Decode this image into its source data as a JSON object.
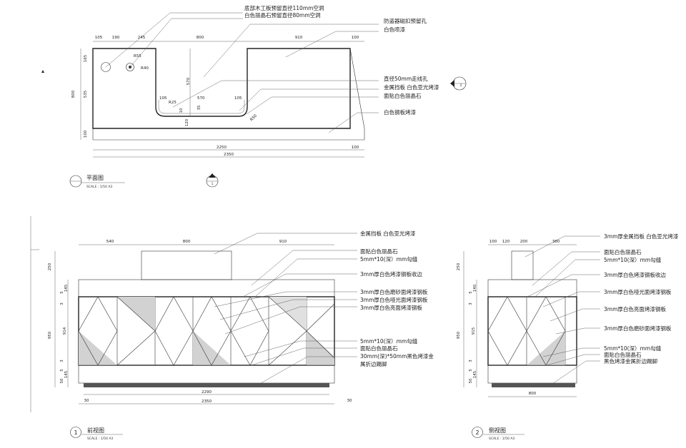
{
  "plan": {
    "title": "平面图",
    "scale": "SCALE : 1/50 A3",
    "marker_right": "2",
    "marker_bottom": "1",
    "dims_top": [
      "105",
      "190",
      "245",
      "800",
      "910",
      "100"
    ],
    "dims_left": [
      "165",
      "535",
      "100",
      "800"
    ],
    "dims_bottom": [
      "2250",
      "100",
      "2350"
    ],
    "inner": [
      "R55",
      "R40",
      "570",
      "105",
      "R25",
      "570",
      "105",
      "10",
      "35",
      "120",
      "R50"
    ],
    "notes": [
      "底部木工板预留直径110mm空洞",
      "白色丽晶石预留直径80mm空洞",
      "防盗器磁扣预留孔",
      "白色喷漆",
      "直径50mm走线孔",
      "金属挡板 白色亚光烤漆",
      "面贴白色丽晶石",
      "白色钢板烤漆"
    ]
  },
  "front": {
    "number": "1",
    "title": "前视图",
    "scale": "SCALE : 1/50 A3",
    "dims_top": [
      "540",
      "800",
      "910"
    ],
    "dims_left": [
      "250",
      "5",
      "145",
      "3",
      "950",
      "914",
      "3",
      "5",
      "145",
      "50"
    ],
    "dims_bottom": [
      "2290",
      "30",
      "30",
      "2350"
    ],
    "notes": [
      "金属挡板 白色亚光烤漆",
      "面贴白色丽晶石",
      "5mm*10(深）mm勾缝",
      "3mm厚白色烤漆钢板收边",
      "3mm厚白色磨砂面烤漆钢板",
      "3mm厚白色哑光面烤漆钢板",
      "3mm厚白色亮面烤漆钢板",
      "5mm*10(深）mm勾缝",
      "面贴白色丽晶石",
      "30mm(深)*50mm黑色烤漆金",
      "属折边踢脚"
    ]
  },
  "side": {
    "number": "2",
    "title": "侧视图",
    "scale": "SCALE : 1/50 A3",
    "dims_top": [
      "100",
      "120",
      "200",
      "380"
    ],
    "dims_left": [
      "250",
      "5",
      "140",
      "3",
      "950",
      "915",
      "3",
      "5",
      "145",
      "50"
    ],
    "dims_bottom": [
      "800"
    ],
    "notes": [
      "3mm厚金属挡板 白色亚光烤漆",
      "面贴白色丽晶石",
      "5mm*10(深）mm勾缝",
      "3mm厚白色烤漆钢板收边",
      "3mm厚白色哑光面烤漆钢板",
      "3mm厚白色亮面烤漆钢板",
      "3mm厚白色磨砂面烤漆钢板",
      "5mm*10(深）mm勾缝",
      "面贴白色丽晶石",
      "黑色烤漆金属折边踢脚"
    ]
  }
}
